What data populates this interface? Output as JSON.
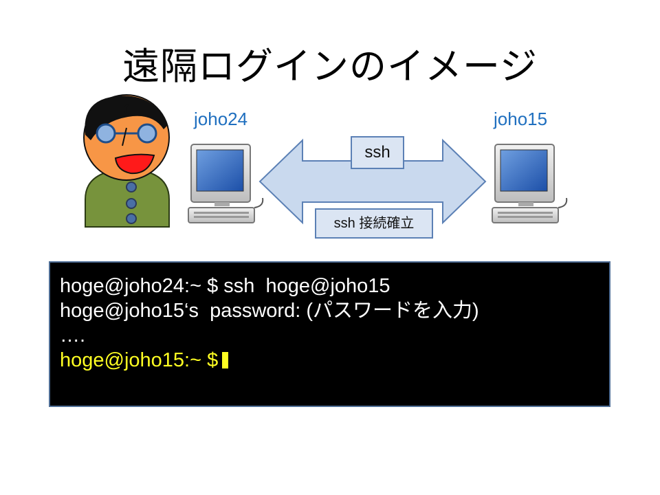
{
  "title": "遠隔ログインのイメージ",
  "hosts": {
    "left": "joho24",
    "right": "joho15"
  },
  "connection": {
    "protocol": "ssh",
    "status": "ssh 接続確立"
  },
  "terminal": {
    "lines": [
      "hoge@joho24:~ $ ssh  hoge@joho15",
      "hoge@joho15‘s  password: (パスワードを入力)",
      "….",
      "hoge@joho15:~ $"
    ]
  },
  "colors": {
    "host_label": "#1f6fbf",
    "arrow_fill": "#c9d9ee",
    "arrow_stroke": "#5b80b5",
    "prompt": "#ffff22",
    "terminal_bg": "#000000"
  },
  "icons": [
    "user-avatar-icon",
    "computer-icon",
    "double-arrow-icon",
    "text-cursor-icon"
  ]
}
